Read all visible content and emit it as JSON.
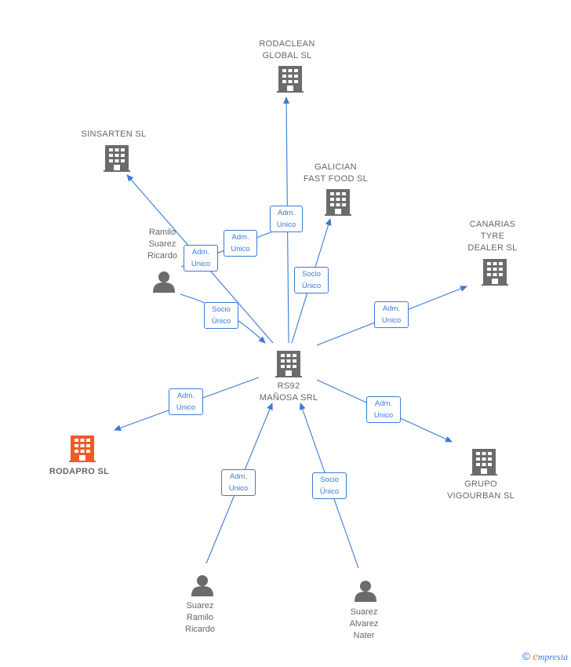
{
  "nodes": {
    "rs92": {
      "label": "RS92\nMAÑOSA SRL",
      "icon": "building-icon",
      "color": "#6b6b6b"
    },
    "rodaclean": {
      "label": "RODACLEAN\nGLOBAL  SL",
      "icon": "building-icon",
      "color": "#6b6b6b"
    },
    "sinsarten": {
      "label": "SINSARTEN  SL",
      "icon": "building-icon",
      "color": "#6b6b6b"
    },
    "galician": {
      "label": "GALICIAN\nFAST FOOD  SL",
      "icon": "building-icon",
      "color": "#6b6b6b"
    },
    "canarias": {
      "label": "CANARIAS\nTYRE\nDEALER  SL",
      "icon": "building-icon",
      "color": "#6b6b6b"
    },
    "rodapro": {
      "label": "RODAPRO  SL",
      "icon": "building-icon",
      "color": "#f05a28"
    },
    "grupo": {
      "label": "GRUPO\nVIGOURBAN SL",
      "icon": "building-icon",
      "color": "#6b6b6b"
    },
    "ramilo": {
      "label": "Ramilo\nSuarez\nRicardo",
      "icon": "person-icon",
      "color": "#6b6b6b"
    },
    "suarez_ramilo": {
      "label": "Suarez\nRamilo\nRicardo",
      "icon": "person-icon",
      "color": "#6b6b6b"
    },
    "suarez_alvarez": {
      "label": "Suarez\nAlvarez\nNater",
      "icon": "person-icon",
      "color": "#6b6b6b"
    }
  },
  "edges": {
    "e1": {
      "label": "Adm.\nUnico"
    },
    "e2": {
      "label": "Adm.\nUnico"
    },
    "e3": {
      "label": "Adm.\nUnico"
    },
    "e4": {
      "label": "Socio\nÚnico"
    },
    "e5": {
      "label": "Socio\nÚnico"
    },
    "e6": {
      "label": "Adm.\nUnico"
    },
    "e7": {
      "label": "Adm.\nUnico"
    },
    "e8": {
      "label": "Adm.\nUnico"
    },
    "e9": {
      "label": "Adm.\nUnico"
    },
    "e10": {
      "label": "Socio\nÚnico"
    }
  },
  "colors": {
    "edge": "#3a7bd5",
    "node": "#6b6b6b",
    "highlight": "#f05a28"
  },
  "brand": {
    "copyright": "©",
    "initial": "e",
    "rest": "mpresia"
  }
}
